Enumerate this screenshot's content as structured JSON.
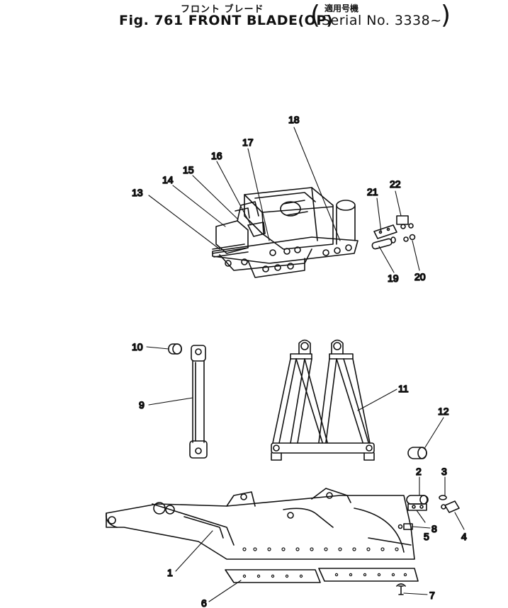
{
  "header": {
    "jp_title": "フロント ブレード",
    "en_title": "Fig. 761 FRONT BLADE(OP)",
    "jp_serial": "適用号機",
    "en_serial": "Serial No. 3338~"
  },
  "callouts": [
    "1",
    "2",
    "3",
    "4",
    "5",
    "6",
    "7",
    "8",
    "9",
    "10",
    "11",
    "12",
    "13",
    "14",
    "15",
    "16",
    "17",
    "18",
    "19",
    "20",
    "21",
    "22"
  ],
  "colors": {
    "ink": "#111111",
    "paper": "#ffffff"
  }
}
